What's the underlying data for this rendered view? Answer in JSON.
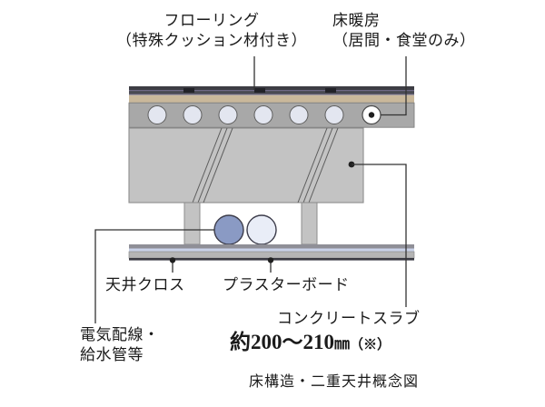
{
  "figure": {
    "caption": "床構造・二重天井概念図"
  },
  "labels": {
    "flooring": {
      "line1": "フローリング",
      "line2": "（特殊クッション材付き）"
    },
    "floor_heating": {
      "line1": "床暖房",
      "line2": "（居間・食堂のみ）"
    },
    "ceiling_cloth": "天井クロス",
    "plasterboard": "プラスターボード",
    "concrete_slab": {
      "name": "コンクリートスラブ",
      "dimension": "約200〜210",
      "unit": "㎜",
      "note": "（※）"
    },
    "wiring": {
      "line1": "電気配線・",
      "line2": "給水管等"
    }
  },
  "colors": {
    "flooring_dark": "#3d3d44",
    "flooring_line": "#6f6a86",
    "cushion_tan": "#c9b89b",
    "heating_layer": "#a8a8a8",
    "void_circle": "#e3e6f0",
    "slab_gray": "#c3c3c3",
    "slab_edge": "#9a9a9a",
    "pipe_blue": "#8a9ac4",
    "pipe_white": "#e9edf7",
    "ceiling_board": "#b5b5b5",
    "ceiling_line": "#c9d2e8",
    "leader_line": "#333333"
  },
  "diagram": {
    "void_count": 7,
    "hatch_groups": 2,
    "pipe_count": 2,
    "hanger_count": 2
  }
}
